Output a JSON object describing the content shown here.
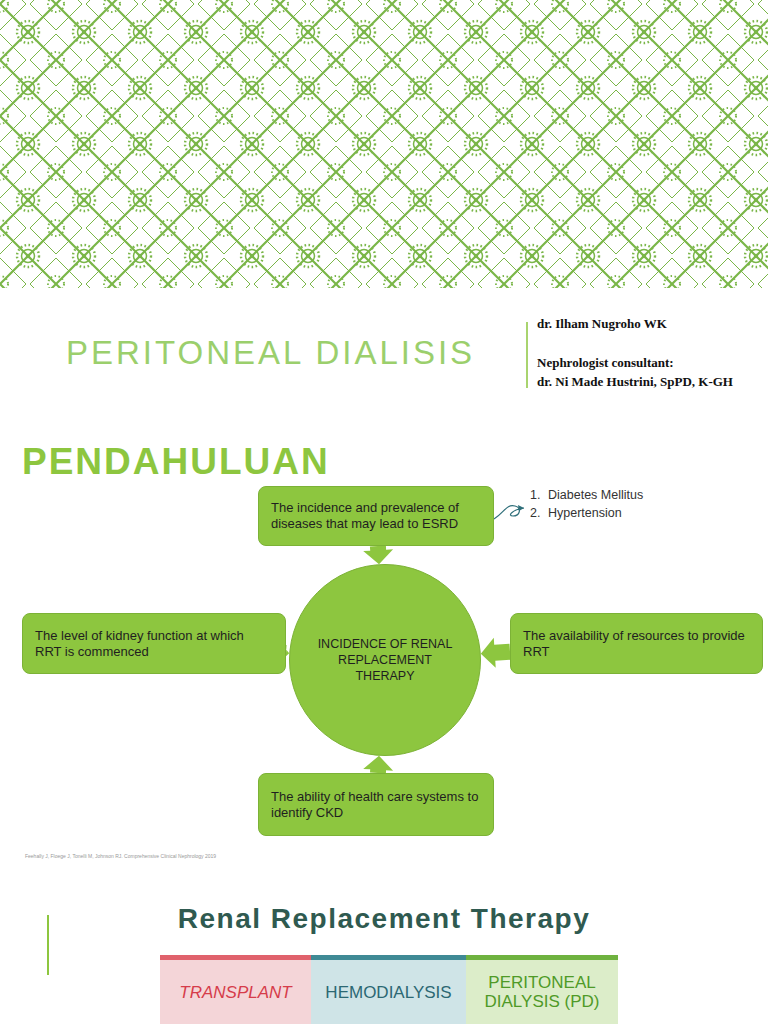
{
  "diagram": {
    "title": "PERITONEAL DIALISIS",
    "nodes": [
      {
        "text": [
          "The incidence and prevalence of diseases that may lead to ESRD"
        ]
      },
      {
        "text": [
          "The level of kidney function at which RRT is commenced"
        ]
      },
      {
        "text": [
          "INCIDENCE OF RENAL REPLACEMENT THERAPY"
        ]
      },
      {
        "text": [
          "The availability of resources to provide RRT"
        ]
      },
      {
        "text": [
          "The ability of health care systems to identify CKD"
        ]
      },
      {
        "text": [
          "TRANSPLANT"
        ]
      },
      {
        "text": [
          "HEMODIALYSIS"
        ]
      },
      {
        "text": [
          "PERITONEAL DIALYSIS (PD)"
        ]
      }
    ],
    "edges": [
      {
        "from": 0,
        "to": 2,
        "arrow": "to"
      },
      {
        "from": 1,
        "to": 2,
        "arrow": "to"
      },
      {
        "from": 3,
        "to": 2,
        "arrow": "to"
      },
      {
        "from": 4,
        "to": 2,
        "arrow": "to"
      }
    ],
    "labels": [
      "dr. Ilham Nugroho WK",
      "Nephrologist consultant:",
      "dr. Ni Made Hustrini, SpPD, K-GH",
      "PENDAHULUAN",
      "1.",
      "Diabetes Mellitus",
      "2.",
      "Hypertension",
      "Feehally J, Floege J, Tonelli M, Johnson RJ. Comprehensive Clinical Nephrology 2019",
      "Renal Replacement Therapy"
    ]
  }
}
